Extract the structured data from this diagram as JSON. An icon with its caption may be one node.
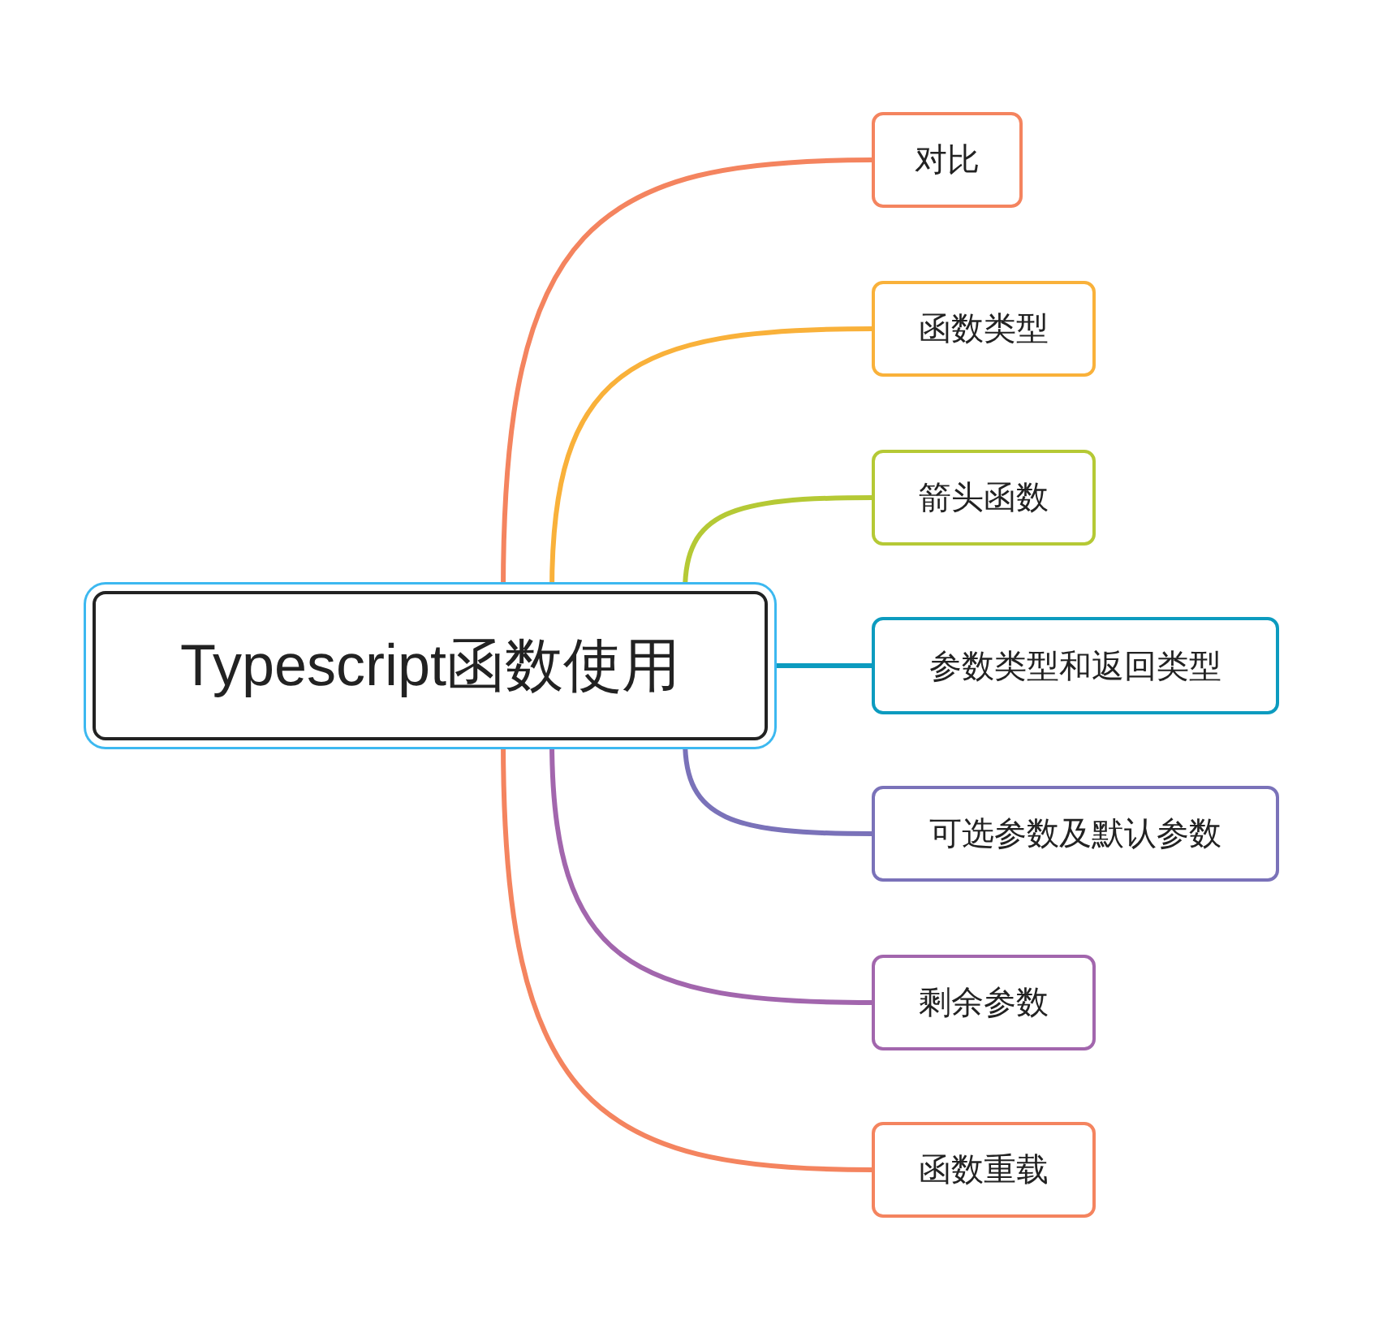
{
  "diagram": {
    "nodes": [
      {
        "text": [
          "Typescript函数使用"
        ]
      },
      {
        "text": [
          "对比"
        ]
      },
      {
        "text": [
          "函数类型"
        ]
      },
      {
        "text": [
          "箭头函数"
        ]
      },
      {
        "text": [
          "参数类型和返回类型"
        ]
      },
      {
        "text": [
          "可选参数及默认参数"
        ]
      },
      {
        "text": [
          "剩余参数"
        ]
      },
      {
        "text": [
          "函数重载"
        ]
      }
    ],
    "edges": [
      {
        "from": 0,
        "to": 1,
        "arrow": "none",
        "color": "#f4845f"
      },
      {
        "from": 0,
        "to": 2,
        "arrow": "none",
        "color": "#f9b13a"
      },
      {
        "from": 0,
        "to": 3,
        "arrow": "none",
        "color": "#b5c935"
      },
      {
        "from": 0,
        "to": 4,
        "arrow": "none",
        "color": "#0c9bbf"
      },
      {
        "from": 0,
        "to": 5,
        "arrow": "none",
        "color": "#7a72b9"
      },
      {
        "from": 0,
        "to": 6,
        "arrow": "none",
        "color": "#a266ad"
      },
      {
        "from": 0,
        "to": 7,
        "arrow": "none",
        "color": "#f4845f"
      }
    ]
  }
}
